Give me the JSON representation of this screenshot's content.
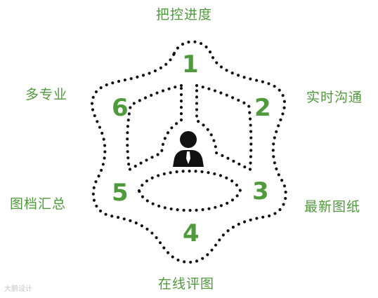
{
  "labels": {
    "top": "把控进度",
    "top_right": "实时沟通",
    "bottom_right": "最新图纸",
    "bottom": "在线评图",
    "bottom_left": "图档汇总",
    "top_left": "多专业"
  },
  "numbers": [
    "1",
    "2",
    "3",
    "4",
    "5",
    "6"
  ],
  "center_icon": "person-icon",
  "watermark": "大鹏设计",
  "colors": {
    "accent": "#4f9a3b",
    "dots": "#111111"
  }
}
